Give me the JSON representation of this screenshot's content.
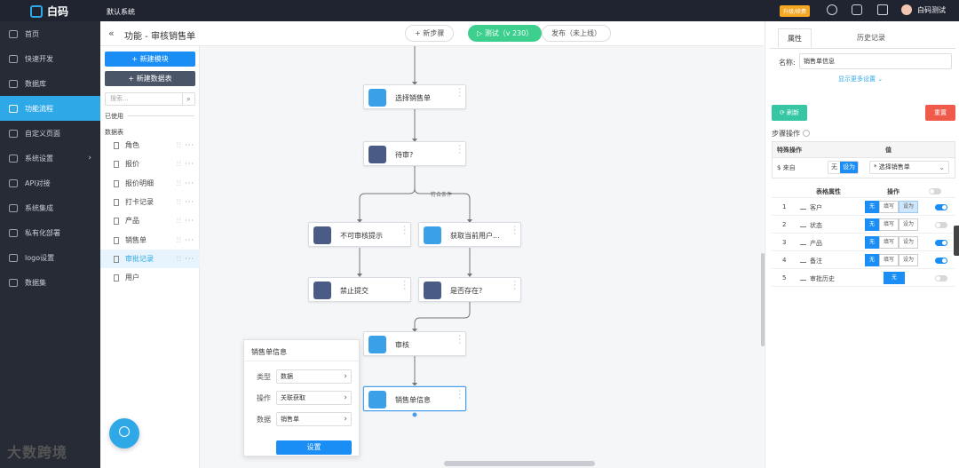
{
  "topbar": {
    "logo_text": "白码",
    "system_name": "默认系统",
    "upgrade_label": "升级/续费",
    "user_name": "白码测试"
  },
  "sidebar": {
    "items": [
      {
        "label": "首页",
        "icon": "home-icon"
      },
      {
        "label": "快速开发",
        "icon": "rocket-icon"
      },
      {
        "label": "数据库",
        "icon": "database-icon"
      },
      {
        "label": "功能流程",
        "icon": "flow-icon"
      },
      {
        "label": "自定义页面",
        "icon": "page-icon"
      },
      {
        "label": "系统设置",
        "icon": "monitor-icon"
      },
      {
        "label": "API对接",
        "icon": "api-icon"
      },
      {
        "label": "系统集成",
        "icon": "integration-icon"
      },
      {
        "label": "私有化部署",
        "icon": "server-icon"
      },
      {
        "label": "logo设置",
        "icon": "image-icon"
      },
      {
        "label": "数据集",
        "icon": "dataset-icon"
      }
    ]
  },
  "header": {
    "title": "功能 - 审核销售单",
    "new_step": "+ 新步骤",
    "test_label": "▷ 测试（v 230）",
    "publish_label": "发布（未上线）"
  },
  "left_panel": {
    "new_module": "+ 新建模块",
    "new_table": "+ 新建数据表",
    "search_placeholder": "搜索...",
    "used_label": "已使用",
    "tables_label": "数据表",
    "tables": [
      "角色",
      "报价",
      "报价明细",
      "打卡记录",
      "产品",
      "销售单",
      "审批记录",
      "用户"
    ],
    "active_table": "审批记录"
  },
  "flow": {
    "nodes": [
      {
        "id": "n1",
        "label": "选择销售单",
        "icon_color": "#3aa0e8"
      },
      {
        "id": "n2",
        "label": "待审?",
        "icon_color": "#4a5b86"
      },
      {
        "id": "n3",
        "label": "不可审核提示",
        "icon_color": "#4a5b86"
      },
      {
        "id": "n4",
        "label": "获取当前用户...",
        "icon_color": "#3aa0e8"
      },
      {
        "id": "n5",
        "label": "禁止提交",
        "icon_color": "#4a5b86"
      },
      {
        "id": "n6",
        "label": "是否存在?",
        "icon_color": "#4a5b86"
      },
      {
        "id": "n7",
        "label": "审核",
        "icon_color": "#3aa0e8"
      },
      {
        "id": "n8",
        "label": "销售单信息",
        "icon_color": "#3aa0e8"
      }
    ],
    "edge_label": "符合条件"
  },
  "popover": {
    "title": "销售单信息",
    "rows": [
      {
        "key": "类型",
        "value": "数据"
      },
      {
        "key": "操作",
        "value": "关联获取"
      },
      {
        "key": "数据",
        "value": "销售单"
      }
    ],
    "button": "设置"
  },
  "watermark": "大数跨境",
  "right_panel": {
    "tabs": [
      "属性",
      "历史记录"
    ],
    "name_label": "名称:",
    "name_value": "销售单信息",
    "more_settings": "显示更多设置 ⌄",
    "refresh": "刷新",
    "reset": "重置",
    "steps_label": "步骤操作",
    "special_table": {
      "col1": "特殊操作",
      "col2": "值",
      "row_label": "$ 来自",
      "seg": [
        "无",
        "设为"
      ],
      "seg_on": 1,
      "select_value": "* 选择销售单"
    },
    "field_table": {
      "col_field": "表格属性",
      "col_op": "操作",
      "rows": [
        {
          "num": "1",
          "name": "客户",
          "ops": [
            "无",
            "填写",
            "设为"
          ],
          "toggle": true
        },
        {
          "num": "2",
          "name": "状态",
          "ops": [
            "无",
            "填写",
            "设为"
          ],
          "toggle": false
        },
        {
          "num": "3",
          "name": "产品",
          "ops": [
            "无",
            "填写",
            "设为"
          ],
          "toggle": true
        },
        {
          "num": "4",
          "name": "备注",
          "ops": [
            "无",
            "填写",
            "设为"
          ],
          "toggle": true
        },
        {
          "num": "5",
          "name": "审批历史",
          "ops": [
            "无"
          ],
          "toggle": false
        }
      ]
    }
  },
  "colors": {
    "accent": "#2fa8e8",
    "sidebar_bg": "#262b36",
    "test_green": "#3ccf8e",
    "refresh_teal": "#36c6a4",
    "reset_red": "#f05a4b"
  }
}
